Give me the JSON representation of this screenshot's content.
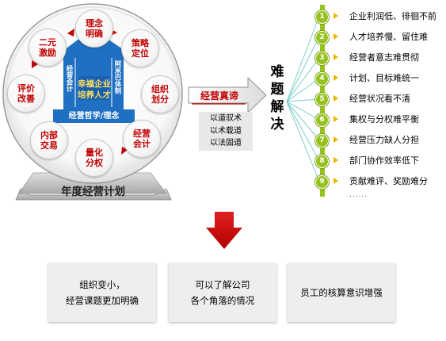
{
  "title": "年度经营计划",
  "house": {
    "left_pillar": "经营会计",
    "right_pillar": "阿米巴体制",
    "center_line1": "幸福企业",
    "center_line2": "培养人才",
    "base": "经营哲学/理念"
  },
  "cycle_items": [
    {
      "label": "理念\n明确"
    },
    {
      "label": "策略\n定位"
    },
    {
      "label": "组织\n划分"
    },
    {
      "label": "经营\n会计"
    },
    {
      "label": "量化\n分权"
    },
    {
      "label": "内部\n交易"
    },
    {
      "label": "评价\n改善"
    },
    {
      "label": "二元\n激励"
    }
  ],
  "arrow_label": "经营真谛",
  "methods": [
    "以道驭术",
    "以术载道",
    "以法固道"
  ],
  "difficulty_title": [
    "难",
    "题",
    "解",
    "决"
  ],
  "difficulties": [
    {
      "num": "1",
      "text": "企业利润低、徘徊不前"
    },
    {
      "num": "2",
      "text": "人才培养慢、留住难"
    },
    {
      "num": "3",
      "text": "经营者意志难贯彻"
    },
    {
      "num": "4",
      "text": "计划、目标难统一"
    },
    {
      "num": "5",
      "text": "经营状况看不清"
    },
    {
      "num": "6",
      "text": "集权与分权难平衡"
    },
    {
      "num": "7",
      "text": "经营压力缺人分担"
    },
    {
      "num": "8",
      "text": "部门协作效率低下"
    },
    {
      "num": "9",
      "text": "贡献难评、奖励难分"
    }
  ],
  "ellipsis": "......",
  "results": [
    "组织变小，\n经营课题更加明确",
    "可以了解公司\n各个角落的情况",
    "员工的核算意识增强"
  ],
  "colors": {
    "accent_red": "#c00000",
    "house_blue": "#1f6fc2",
    "teal": "#3fb0a7",
    "difficulty_green": "#96c21f"
  }
}
